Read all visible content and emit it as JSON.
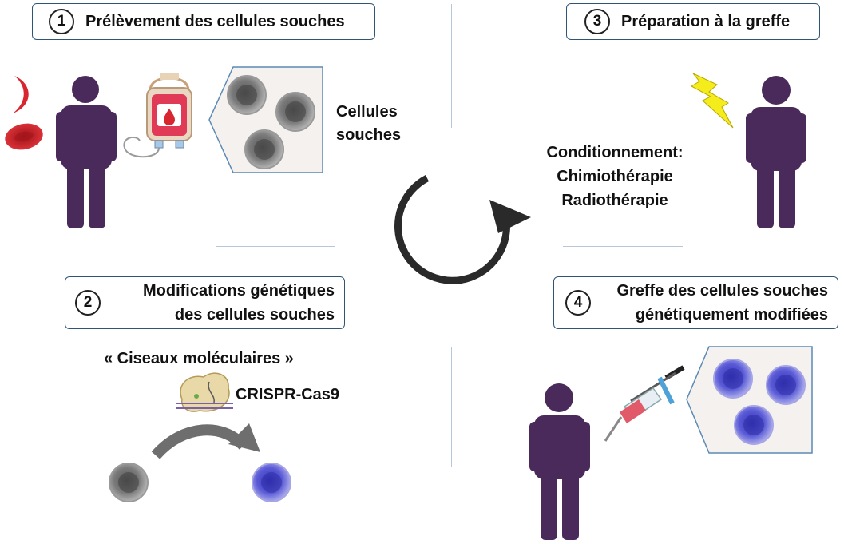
{
  "steps": [
    {
      "number": "1",
      "title": "Prélèvement des cellules souches"
    },
    {
      "number": "2",
      "title": "Modifications génétiques\ndes cellules souches"
    },
    {
      "number": "3",
      "title": "Préparation à la greffe"
    },
    {
      "number": "4",
      "title": "Greffe des cellules souches\ngénétiquement modifiées"
    }
  ],
  "labels": {
    "stem_cells": "Cellules\nsouches",
    "conditioning": "Conditionnement:\nChimiothérapie\nRadiothérapie",
    "scissors": "« Ciseaux moléculaires »",
    "crispr": "CRISPR-Cas9"
  },
  "colors": {
    "person": "#4a2a5a",
    "box_border": "#2f5576",
    "blood": "#d7262f",
    "lightning": "#f5ec1b",
    "stem_cell": "#8a8a8a",
    "modified_cell": "#5a5ad6",
    "divider": "#b6c8d8"
  },
  "icons": [
    "person-icon",
    "red-blood-cell-icon",
    "blood-bag-icon",
    "stem-cell-icon",
    "modified-cell-icon",
    "lightning-icon",
    "syringe-icon",
    "crispr-icon",
    "curved-arrow-icon",
    "cycle-arrow-icon"
  ]
}
